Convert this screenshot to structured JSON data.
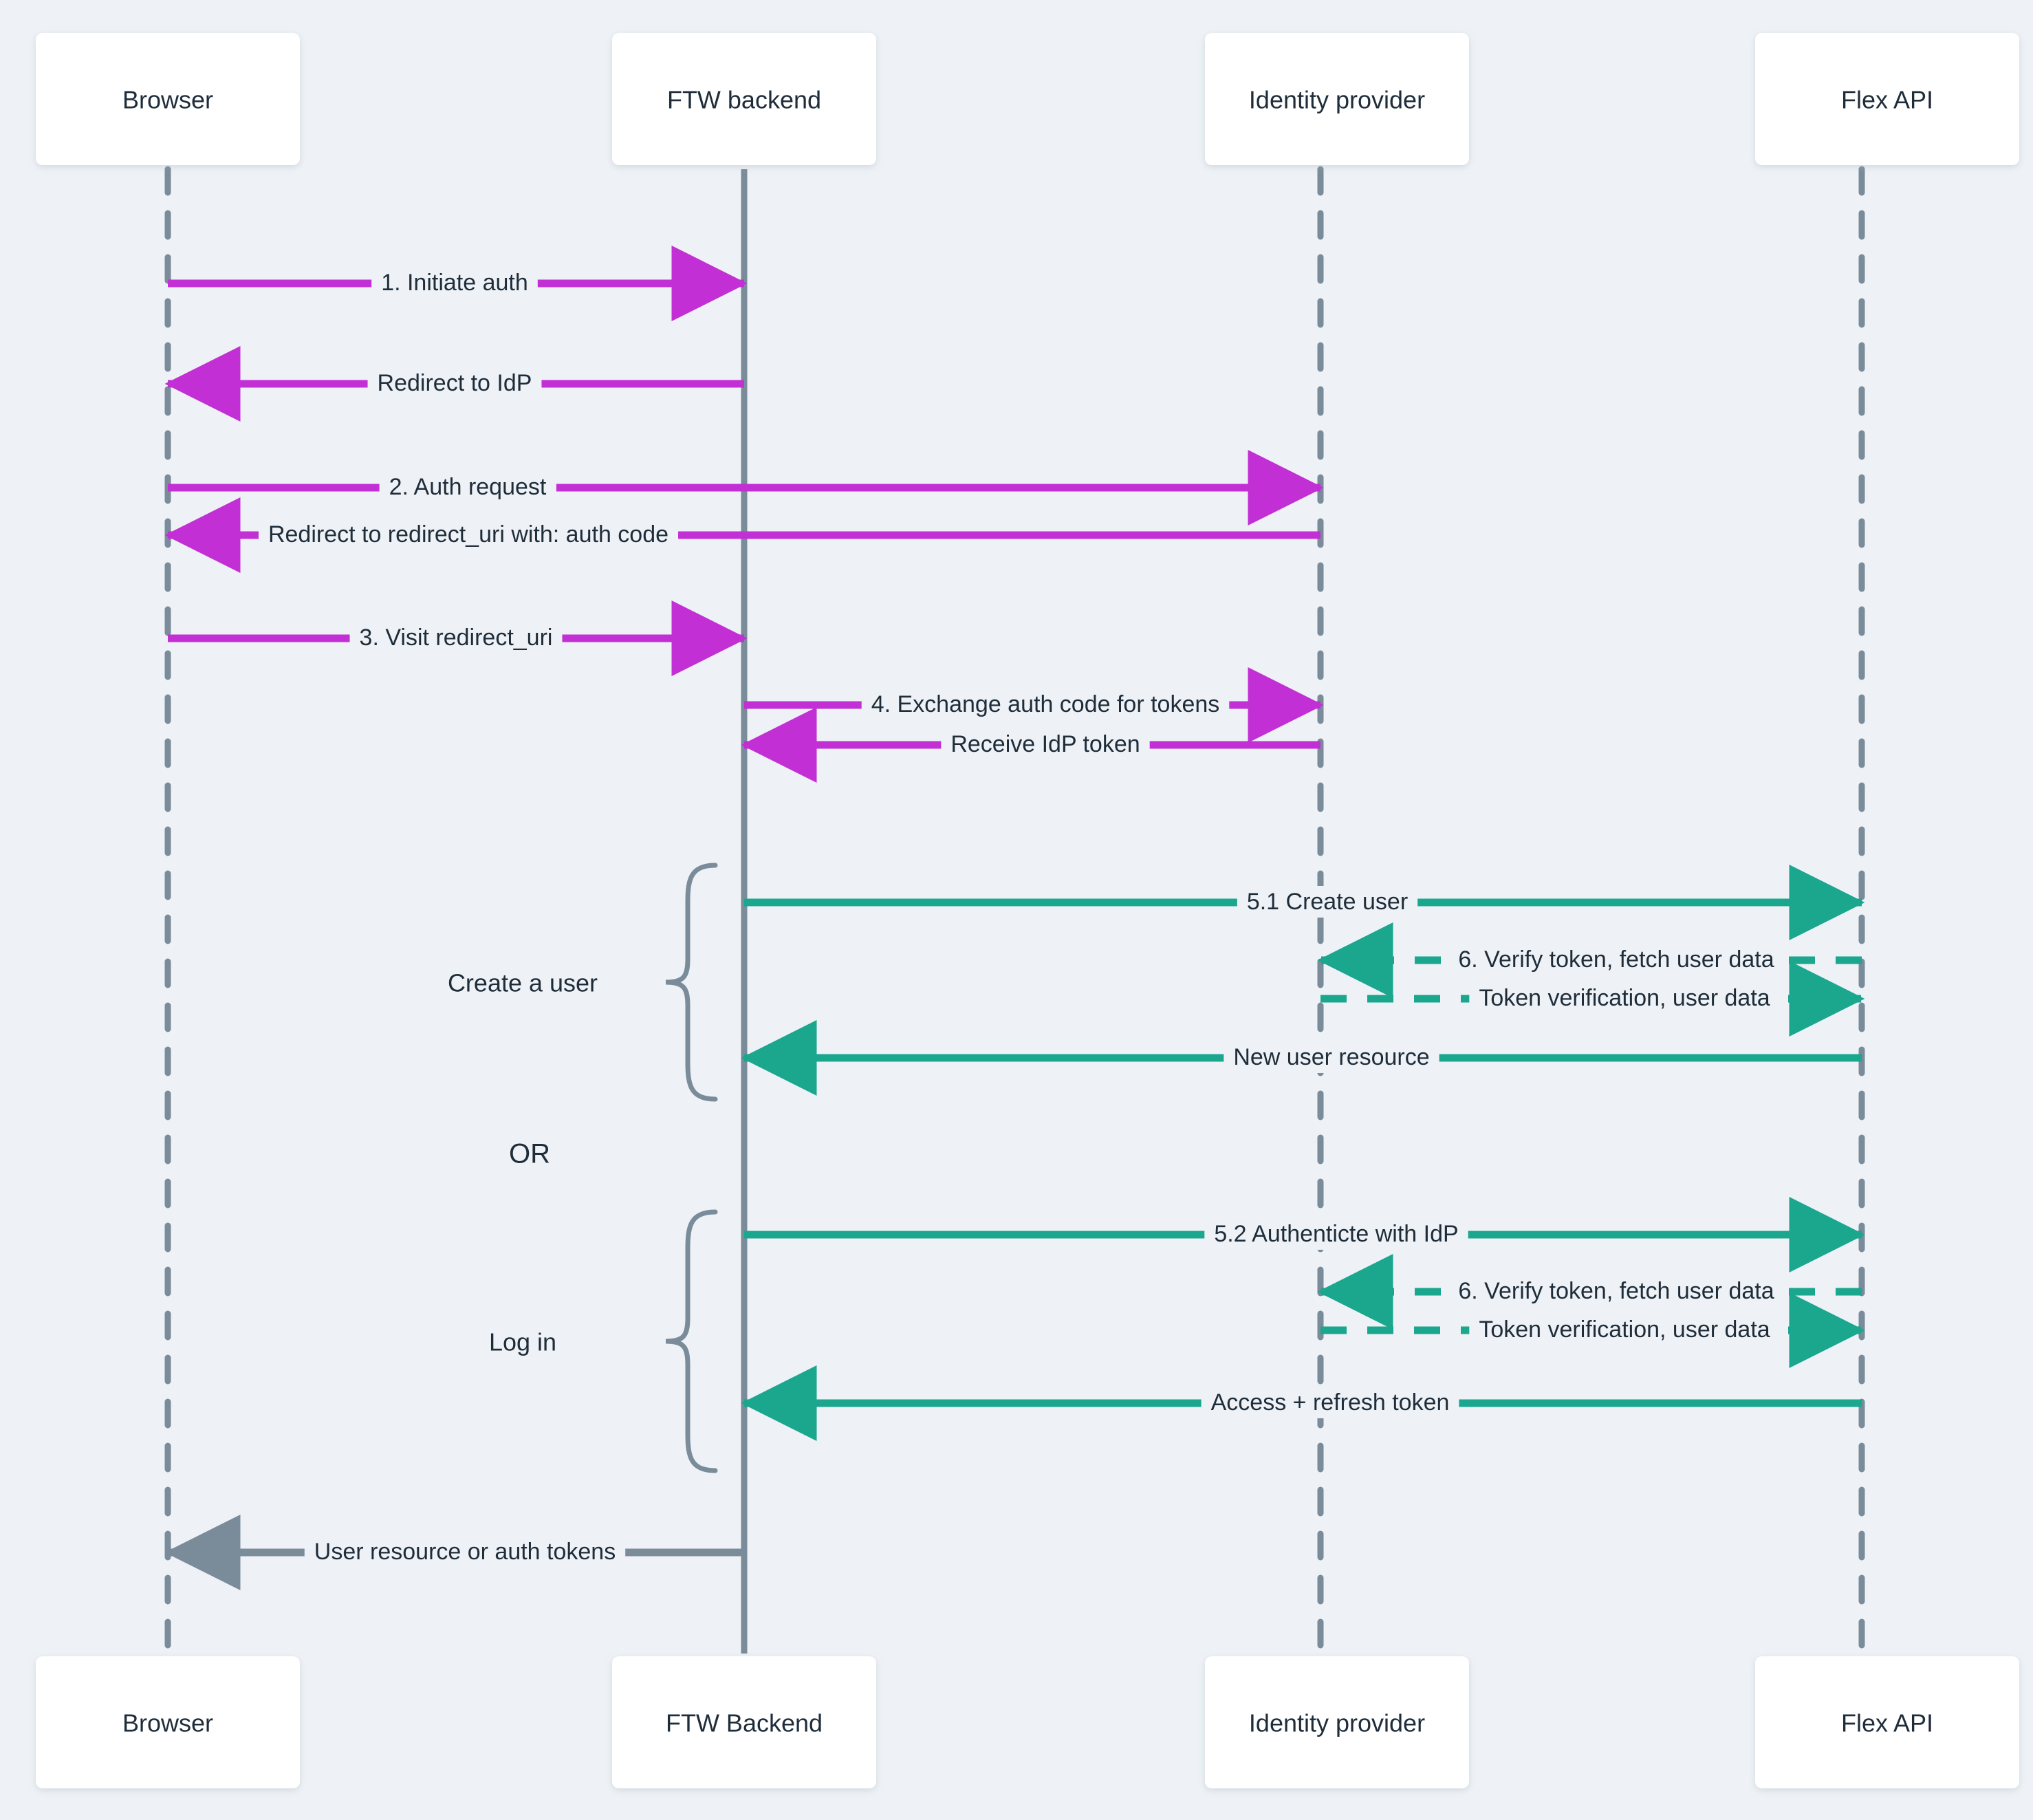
{
  "diagram": {
    "type": "sequence-diagram",
    "title": "FTW / Flex identity provider authentication flow",
    "background_color": "#eef2f6",
    "colors": {
      "magenta": "#c22fd4",
      "teal": "#1ba68e",
      "gray": "#7a8b9a",
      "text": "#1f2d3a",
      "box_fill": "#ffffff"
    }
  },
  "participants_top": [
    {
      "label": "Browser"
    },
    {
      "label": "FTW backend"
    },
    {
      "label": "Identity provider"
    },
    {
      "label": "Flex API"
    }
  ],
  "participants_bottom": [
    {
      "label": "Browser"
    },
    {
      "label": "FTW Backend"
    },
    {
      "label": "Identity provider"
    },
    {
      "label": "Flex API"
    }
  ],
  "messages": [
    {
      "id": "m1",
      "label": "1. Initiate auth",
      "from": "Browser",
      "to": "FTW backend",
      "color": "magenta",
      "style": "solid",
      "direction": "right"
    },
    {
      "id": "m2",
      "label": "Redirect to IdP",
      "from": "FTW backend",
      "to": "Browser",
      "color": "magenta",
      "style": "solid",
      "direction": "left"
    },
    {
      "id": "m3",
      "label": "2. Auth request",
      "from": "Browser",
      "to": "Identity provider",
      "color": "magenta",
      "style": "solid",
      "direction": "right"
    },
    {
      "id": "m4",
      "label": "Redirect to redirect_uri with: auth code",
      "from": "Identity provider",
      "to": "Browser",
      "color": "magenta",
      "style": "solid",
      "direction": "left"
    },
    {
      "id": "m5",
      "label": "3. Visit redirect_uri",
      "from": "Browser",
      "to": "FTW backend",
      "color": "magenta",
      "style": "solid",
      "direction": "right"
    },
    {
      "id": "m6",
      "label": "4. Exchange auth code for tokens",
      "from": "FTW backend",
      "to": "Identity provider",
      "color": "magenta",
      "style": "solid",
      "direction": "right"
    },
    {
      "id": "m7",
      "label": "Receive IdP token",
      "from": "Identity provider",
      "to": "FTW backend",
      "color": "magenta",
      "style": "solid",
      "direction": "left"
    },
    {
      "id": "m8",
      "label": "5.1 Create user",
      "from": "FTW backend",
      "to": "Flex API",
      "color": "teal",
      "style": "solid",
      "direction": "right"
    },
    {
      "id": "m9",
      "label": "6. Verify token, fetch user data",
      "from": "Flex API",
      "to": "Identity provider",
      "color": "teal",
      "style": "dashed",
      "direction": "left"
    },
    {
      "id": "m10",
      "label": "Token verification, user data",
      "from": "Identity provider",
      "to": "Flex API",
      "color": "teal",
      "style": "dashed",
      "direction": "right"
    },
    {
      "id": "m11",
      "label": "New user resource",
      "from": "Flex API",
      "to": "FTW backend",
      "color": "teal",
      "style": "solid",
      "direction": "left"
    },
    {
      "id": "m12",
      "label": "5.2 Authenticte with IdP",
      "from": "FTW backend",
      "to": "Flex API",
      "color": "teal",
      "style": "solid",
      "direction": "right"
    },
    {
      "id": "m13",
      "label": "6. Verify token, fetch user data",
      "from": "Flex API",
      "to": "Identity provider",
      "color": "teal",
      "style": "dashed",
      "direction": "left"
    },
    {
      "id": "m14",
      "label": "Token verification, user data",
      "from": "Identity provider",
      "to": "Flex API",
      "color": "teal",
      "style": "dashed",
      "direction": "right"
    },
    {
      "id": "m15",
      "label": "Access + refresh token",
      "from": "Flex API",
      "to": "FTW backend",
      "color": "teal",
      "style": "solid",
      "direction": "left"
    },
    {
      "id": "m16",
      "label": "User resource or auth tokens",
      "from": "FTW backend",
      "to": "Browser",
      "color": "gray",
      "style": "solid",
      "direction": "left"
    }
  ],
  "groups": [
    {
      "id": "g1",
      "label": "Create a user",
      "covers": [
        "m8",
        "m9",
        "m10",
        "m11"
      ]
    },
    {
      "id": "g2",
      "label": "Log in",
      "covers": [
        "m12",
        "m13",
        "m14",
        "m15"
      ]
    }
  ],
  "separator": {
    "label": "OR"
  }
}
